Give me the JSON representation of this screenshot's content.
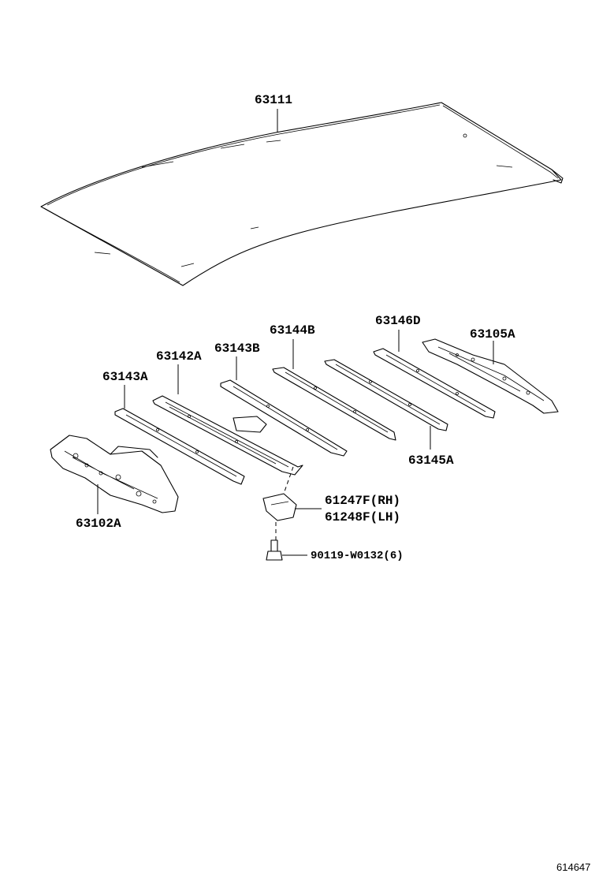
{
  "labels": {
    "roof_panel": "63111",
    "rail_63143a": "63143A",
    "rail_63142a": "63142A",
    "rail_63143b": "63143B",
    "rail_63144b": "63144B",
    "rail_63146d": "63146D",
    "rail_63105a": "63105A",
    "rail_63145a": "63145A",
    "front_rail_63102a": "63102A",
    "bracket_rh": "61247F(RH)",
    "bracket_lh": "61248F(LH)",
    "bolt": "90119-W0132(6)"
  },
  "diagram_code": "614647"
}
